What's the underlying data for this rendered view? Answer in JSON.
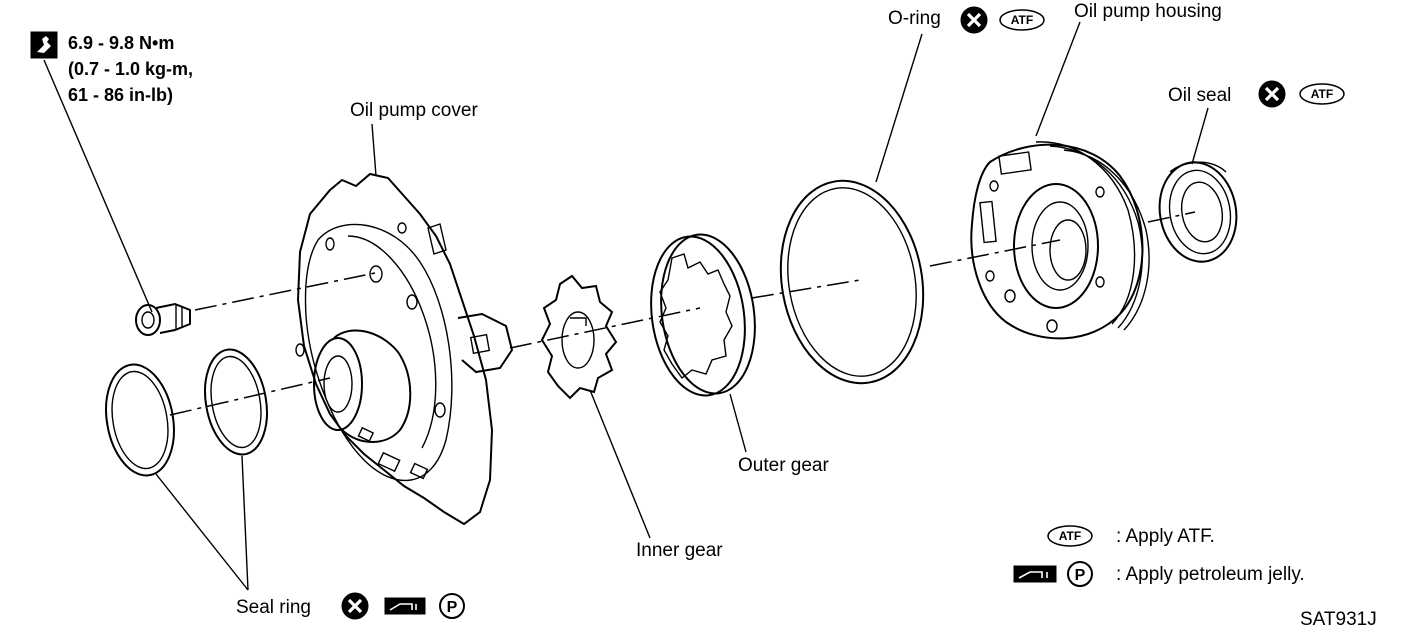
{
  "labels": {
    "torque_line1": "6.9 - 9.8 N•m",
    "torque_line2": "(0.7 - 1.0 kg-m,",
    "torque_line3": "61 - 86 in-lb)",
    "oil_pump_cover": "Oil pump cover",
    "o_ring": "O-ring",
    "oil_pump_housing": "Oil pump housing",
    "oil_seal": "Oil seal",
    "outer_gear": "Outer gear",
    "inner_gear": "Inner gear",
    "seal_ring": "Seal ring"
  },
  "legend": {
    "atf_symbol": "ATF",
    "atf_text": ": Apply ATF.",
    "jelly_symbol": "P",
    "jelly_text": ": Apply petroleum jelly."
  },
  "figure_code": "SAT931J",
  "icons": [
    "torque-wrench-icon",
    "do-not-reuse-icon",
    "atf-icon",
    "petroleum-jelly-icon"
  ]
}
